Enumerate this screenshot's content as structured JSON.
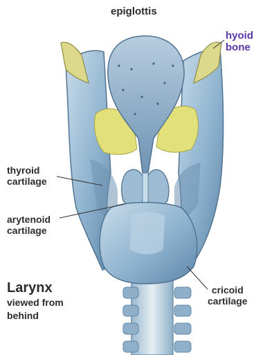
{
  "labels": {
    "epiglottis": "epiglottis",
    "hyoid": [
      "hyoid",
      "bone"
    ],
    "thyroid": [
      "thyroid",
      "cartilage"
    ],
    "arytenoid": [
      "arytenoid",
      "cartilage"
    ],
    "cricoid": [
      "cricoid",
      "cartilage"
    ],
    "title": "Larynx",
    "subtitle": [
      "viewed from",
      "behind"
    ]
  },
  "colors": {
    "cartilage_blue": "#8fb3cf",
    "cartilage_light": "#c6dbe9",
    "cartilage_dark": "#5e86a8",
    "yellow_tissue": "#e2e07a",
    "hyoid_label": "#5a36a8",
    "leader_line": "#333333"
  }
}
